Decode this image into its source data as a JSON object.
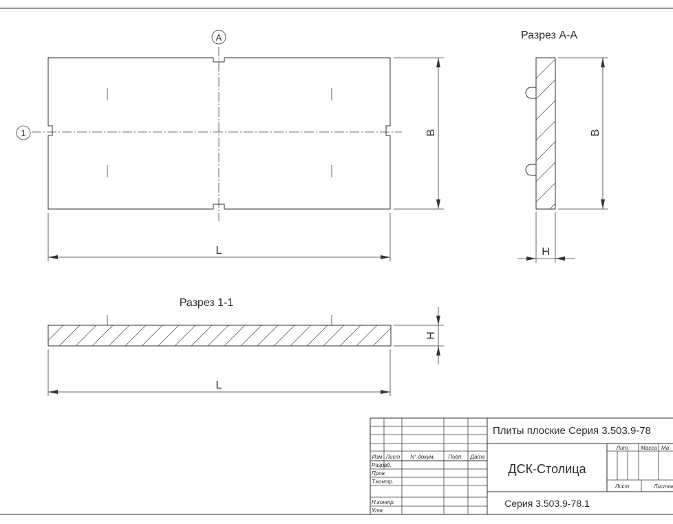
{
  "views": {
    "section_aa_title": "Разрез А-А",
    "section_11_title": "Разрез 1-1",
    "marker_a": "А",
    "marker_1": "1",
    "dim_L": "L",
    "dim_B": "B",
    "dim_H": "H"
  },
  "title_block": {
    "main_title": "Плиты плоские Серия 3.503.9-78",
    "organization": "ДСК-Столица",
    "series": "Серия 3.503.9-78.1",
    "header_cols": [
      "Изм",
      "Лист",
      "N° докум.",
      "Подп.",
      "Дата"
    ],
    "row_labels": [
      "Разраб.",
      "Пров.",
      "Т.контр.",
      "",
      "Н.контр.",
      "Утв."
    ],
    "lit_label": "Лит.",
    "mass_label": "Масса",
    "scale_label": "Ма",
    "sheet_label": "Лист",
    "sheets_label": "Листов"
  }
}
